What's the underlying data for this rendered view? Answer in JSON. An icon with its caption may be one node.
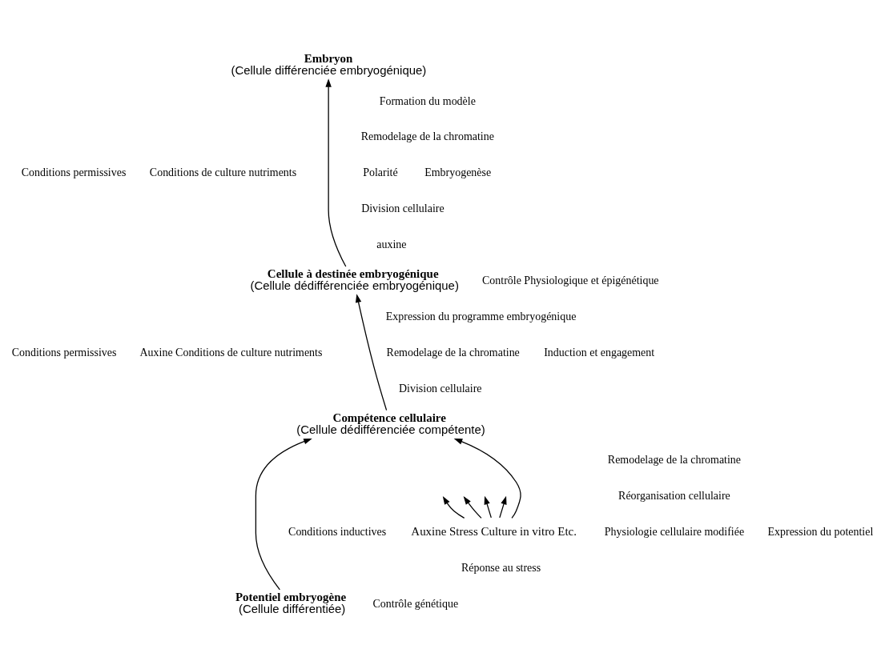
{
  "diagram": {
    "nodes": [
      {
        "text": [
          "Embryon",
          "(Cellule différenciée embryogénique)"
        ]
      },
      {
        "text": [
          "Cellule à destinée embryogénique",
          "(Cellule dédifférenciée embryogénique)"
        ]
      },
      {
        "text": [
          "Compétence cellulaire",
          "(Cellule dédifférenciée compétente)"
        ]
      },
      {
        "text": [
          "Potentiel embryogène",
          "(Cellule différentiée)"
        ]
      },
      {
        "text": [
          "Auxine Stress Culture in vitro Etc."
        ]
      }
    ],
    "edges": [
      {
        "from": 3,
        "to": 2,
        "arrow": "to"
      },
      {
        "from": 2,
        "to": 1,
        "arrow": "to"
      },
      {
        "from": 1,
        "to": 0,
        "arrow": "to"
      },
      {
        "from": 4,
        "to": 2,
        "arrow": "to"
      },
      {
        "from": 4,
        "to": null,
        "arrow": "to"
      },
      {
        "from": 4,
        "to": null,
        "arrow": "to"
      },
      {
        "from": 4,
        "to": null,
        "arrow": "to"
      },
      {
        "from": 4,
        "to": null,
        "arrow": "to"
      }
    ],
    "labels": [
      "Conditions permissives",
      "Conditions de culture nutriments",
      "Formation du modèle",
      "Remodelage de la chromatine",
      "Polarité",
      "Division cellulaire",
      "auxine",
      "Embryogenèse",
      "Contrôle Physiologique et épigénétique",
      "Conditions permissives",
      "Auxine Conditions de culture nutriments",
      "Expression du programme embryogénique",
      "Remodelage de la chromatine",
      "Division cellulaire",
      "Induction et engagement",
      "Conditions inductives",
      "Remodelage de la chromatine",
      "Réorganisation cellulaire",
      "Physiologie cellulaire modifiée",
      "Réponse au stress",
      "Expression du potentiel",
      "Contrôle génétique"
    ]
  }
}
